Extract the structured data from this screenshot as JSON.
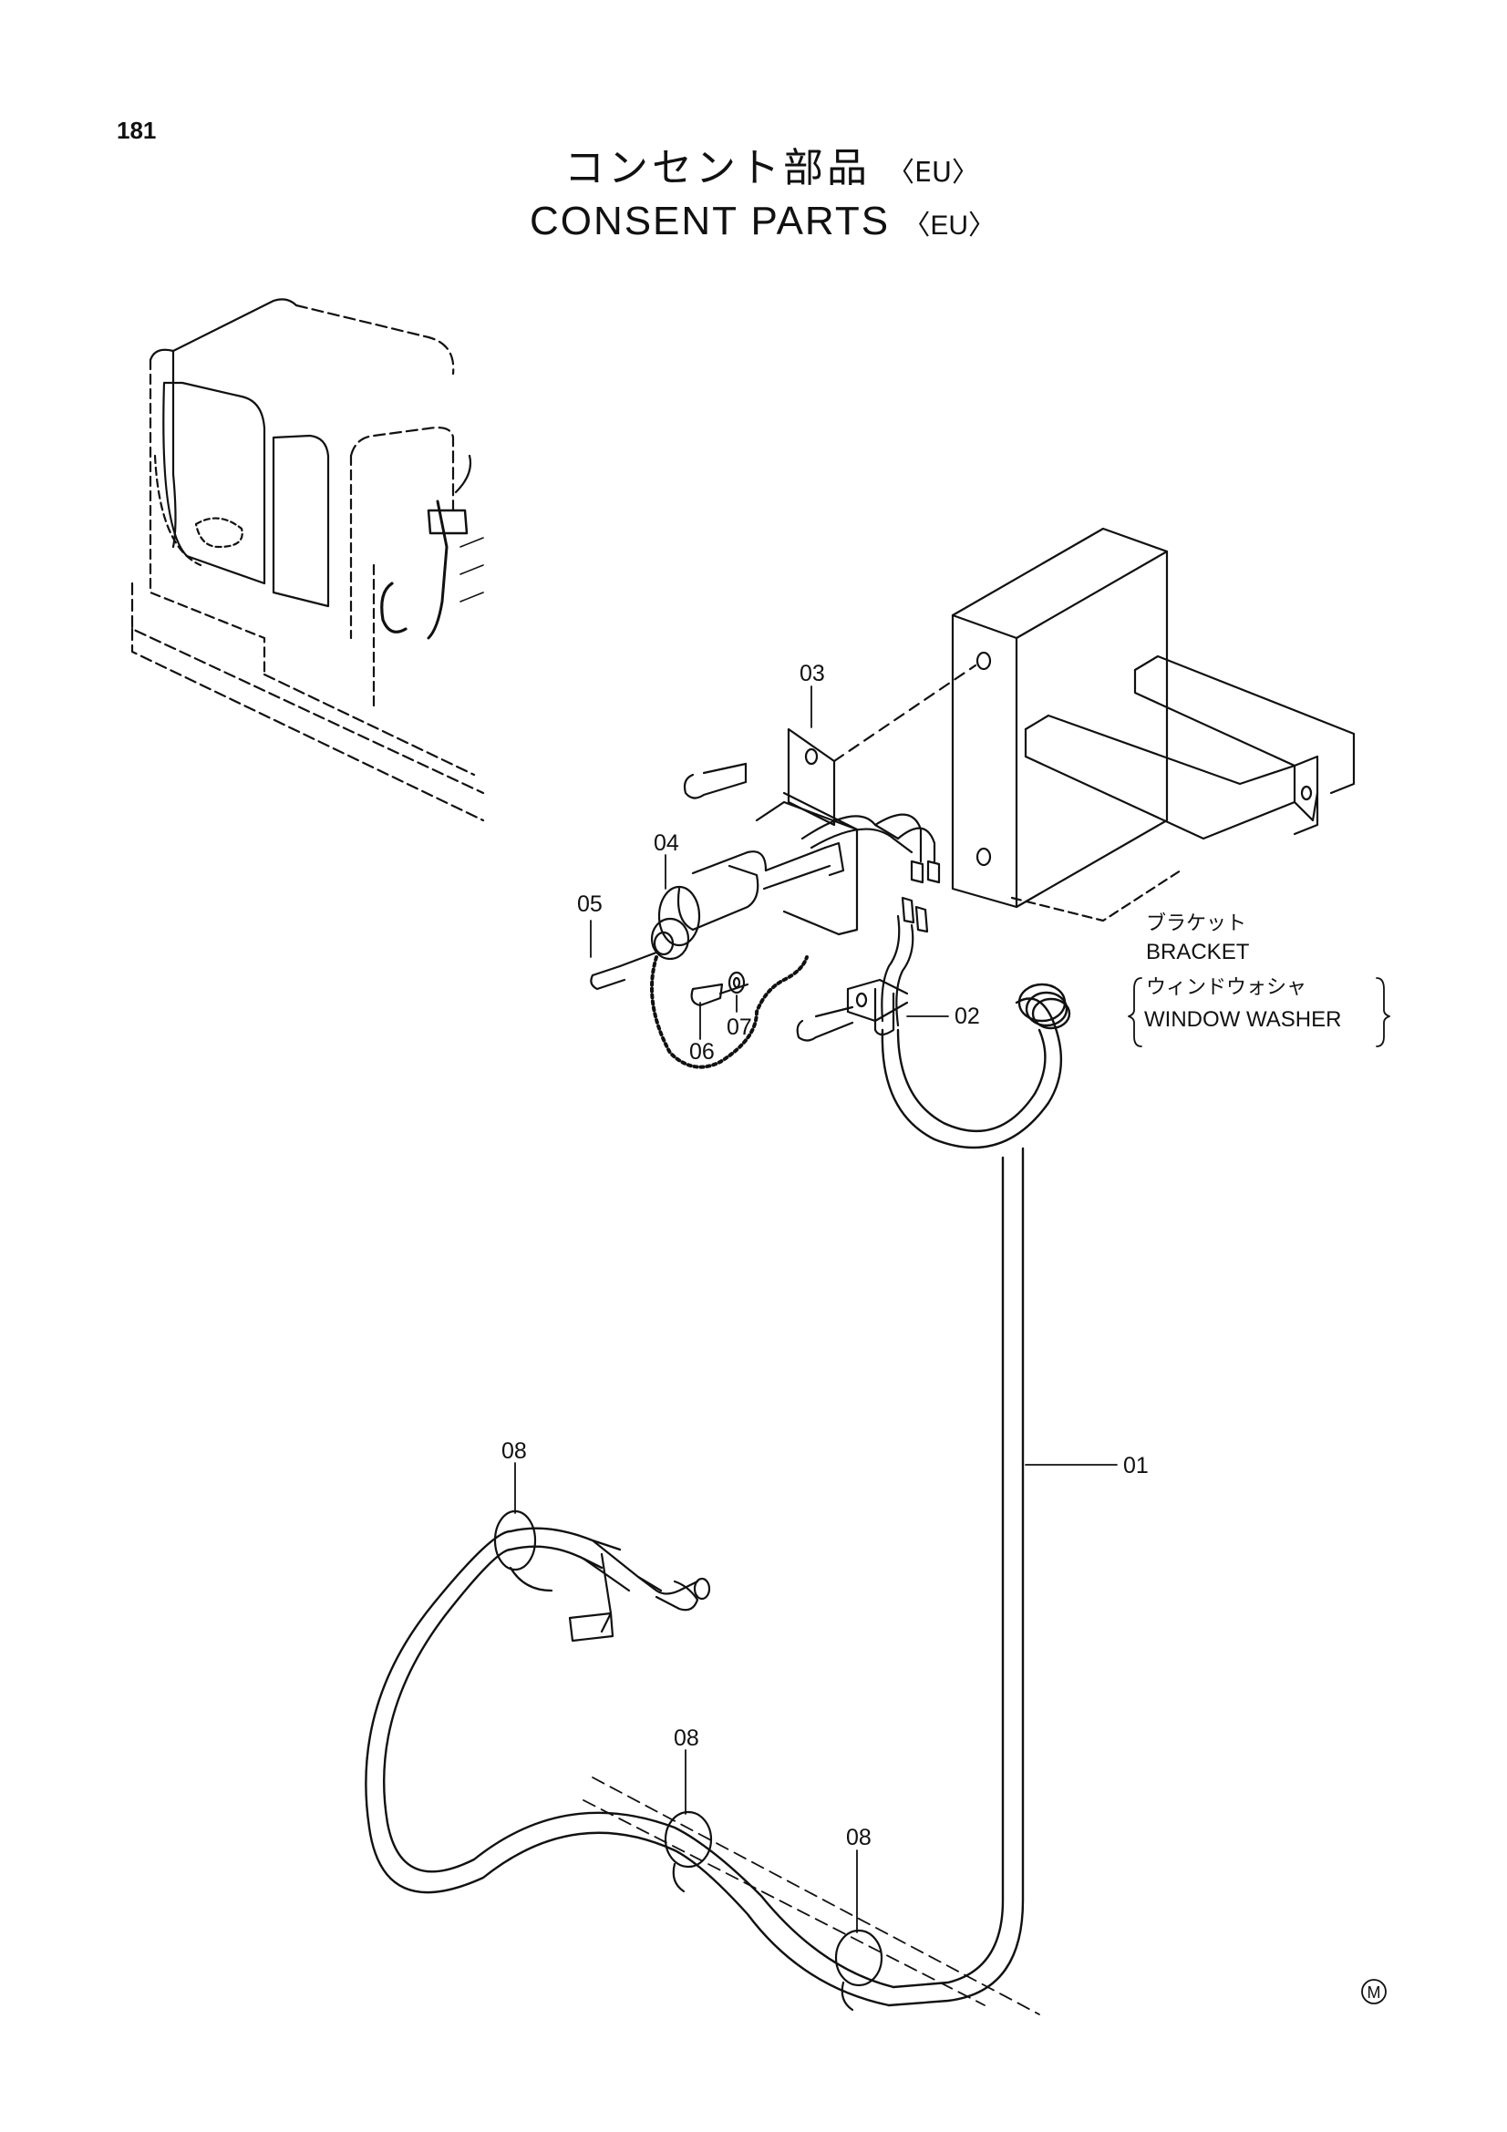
{
  "page_number": "181",
  "title": {
    "jp": "コンセント部品",
    "en": "CONSENT PARTS",
    "suffix": "〈EU〉"
  },
  "callouts": {
    "c01": "01",
    "c02": "02",
    "c03": "03",
    "c04": "04",
    "c05": "05",
    "c06": "06",
    "c07": "07",
    "c08a": "08",
    "c08b": "08",
    "c08c": "08"
  },
  "notes": {
    "bracket_jp": "ブラケット",
    "bracket_en": "BRACKET",
    "washer_jp": "ウィンドウォシャ",
    "washer_en": "WINDOW WASHER"
  },
  "mark": "M"
}
